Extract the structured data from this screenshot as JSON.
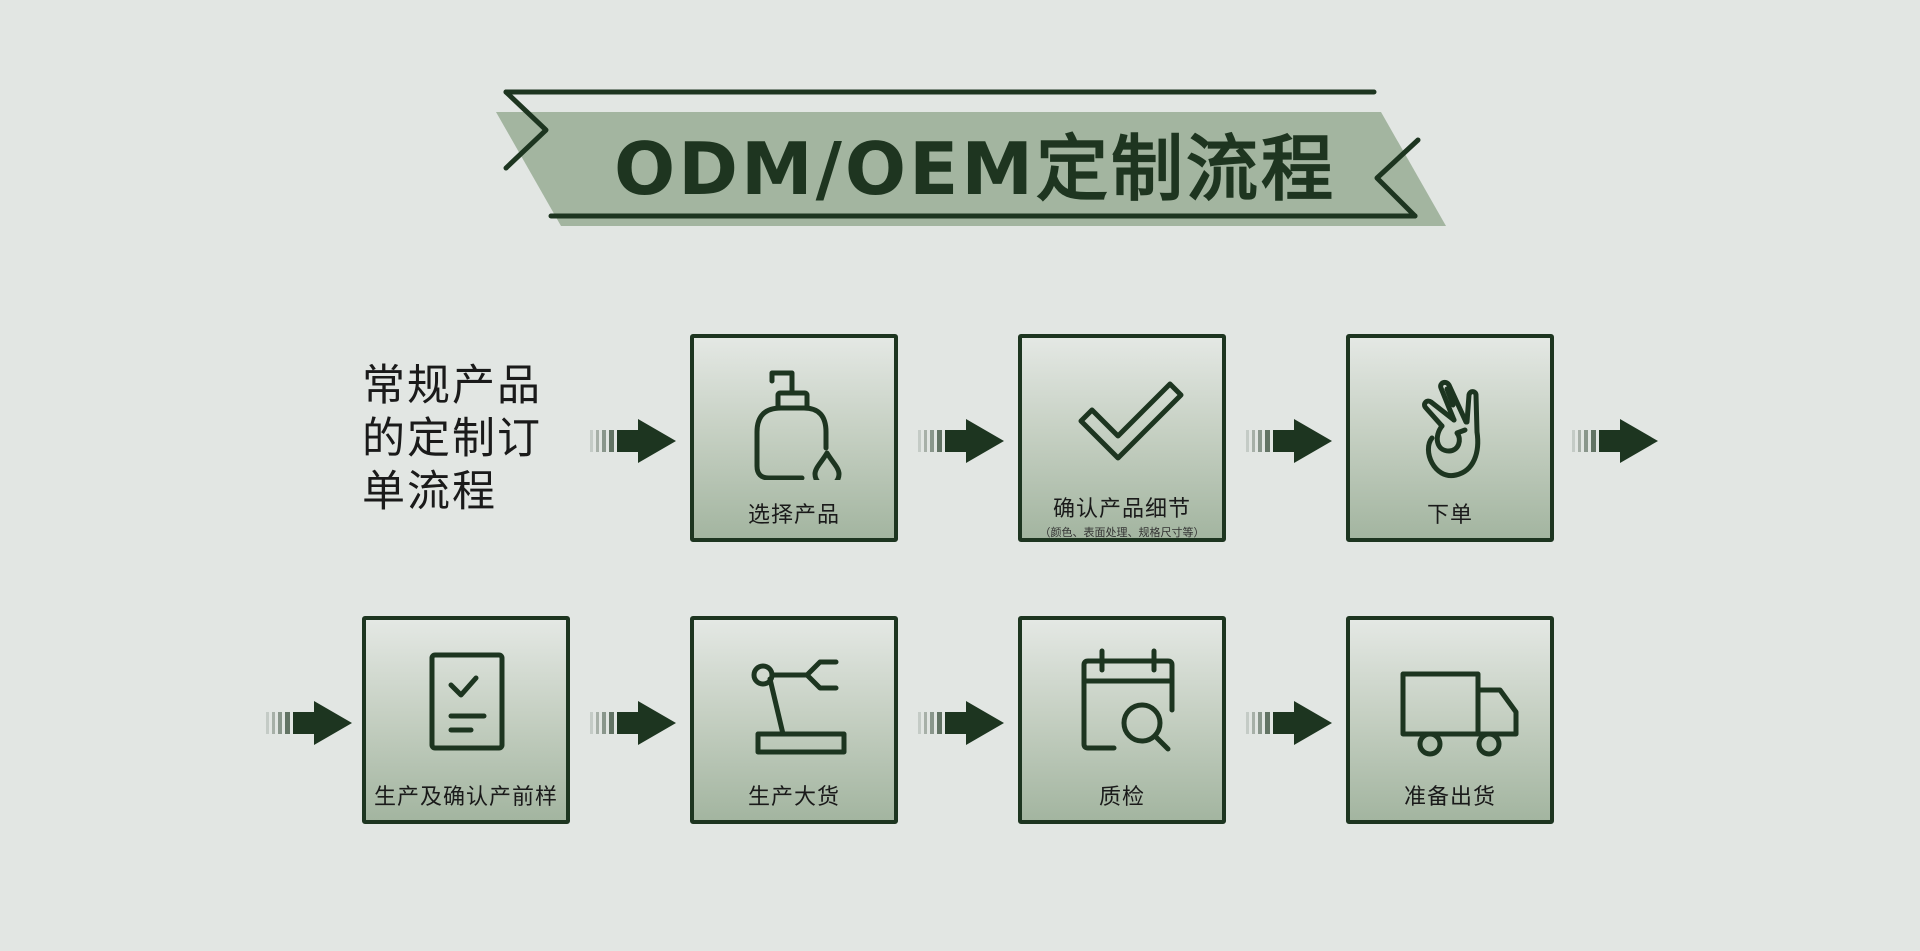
{
  "title": "ODM/OEM定制流程",
  "intro": {
    "lines": [
      "常规产品",
      "的定制订",
      "单流程"
    ]
  },
  "steps": [
    {
      "label": "选择产品",
      "sub": "",
      "icon": "lotion-pump-bottle-icon"
    },
    {
      "label": "确认产品细节",
      "sub": "（颜色、表面处理、规格尺寸等）",
      "icon": "checkmark-icon"
    },
    {
      "label": "下单",
      "sub": "",
      "icon": "ok-hand-icon"
    },
    {
      "label": "生产及确认产前样",
      "sub": "",
      "icon": "checklist-document-icon"
    },
    {
      "label": "生产大货",
      "sub": "",
      "icon": "robotic-arm-icon"
    },
    {
      "label": "质检",
      "sub": "",
      "icon": "calendar-search-icon"
    },
    {
      "label": "准备出货",
      "sub": "",
      "icon": "delivery-truck-icon"
    }
  ],
  "colors": {
    "dark_green": "#1d3520",
    "banner_green": "#a3b5a0",
    "background": "#e2e6e3"
  }
}
